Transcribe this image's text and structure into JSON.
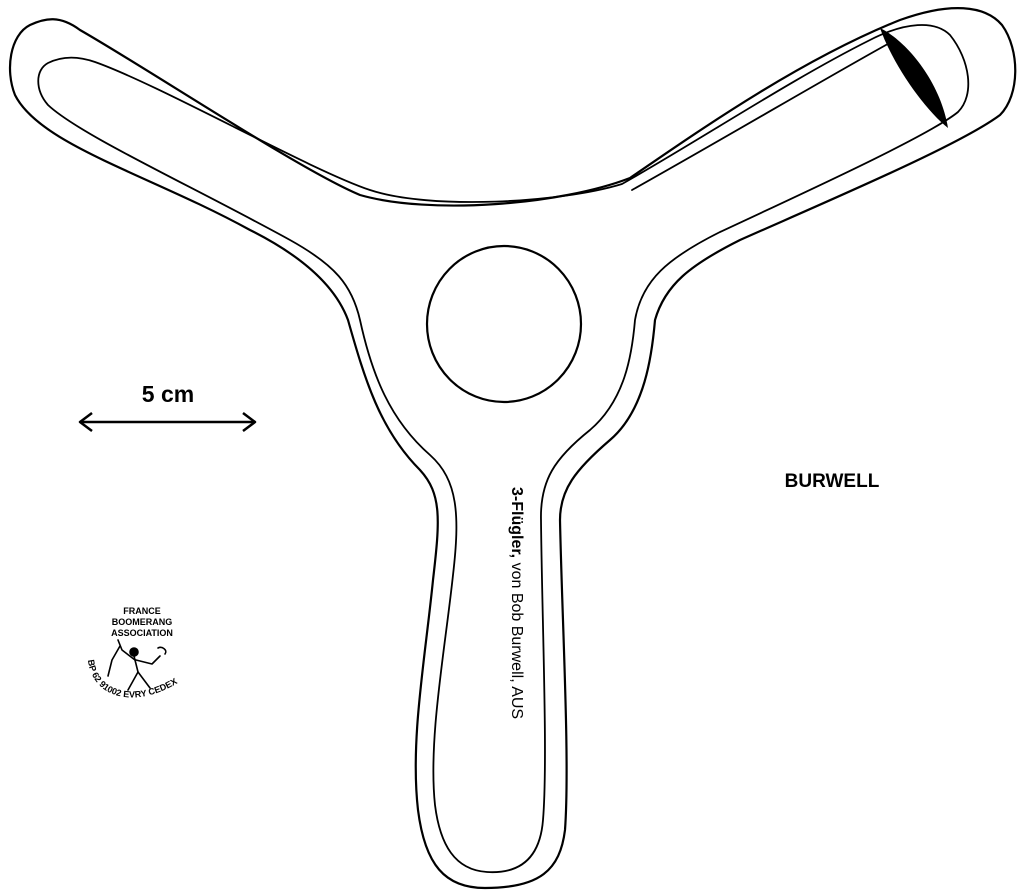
{
  "title": "BURWELL",
  "scale": {
    "label": "5 cm"
  },
  "arm_inscription": {
    "bold_part": "3-Flügler,",
    "regular_part": " von Bob Burwell, AUS"
  },
  "stamp": {
    "line1": "FRANCE",
    "line2": "BOOMERANG",
    "line3": "ASSOCIATION",
    "address": "BP 62 91002 EVRY CEDEX"
  },
  "colors": {
    "ink": "#000000",
    "paper": "#ffffff"
  }
}
